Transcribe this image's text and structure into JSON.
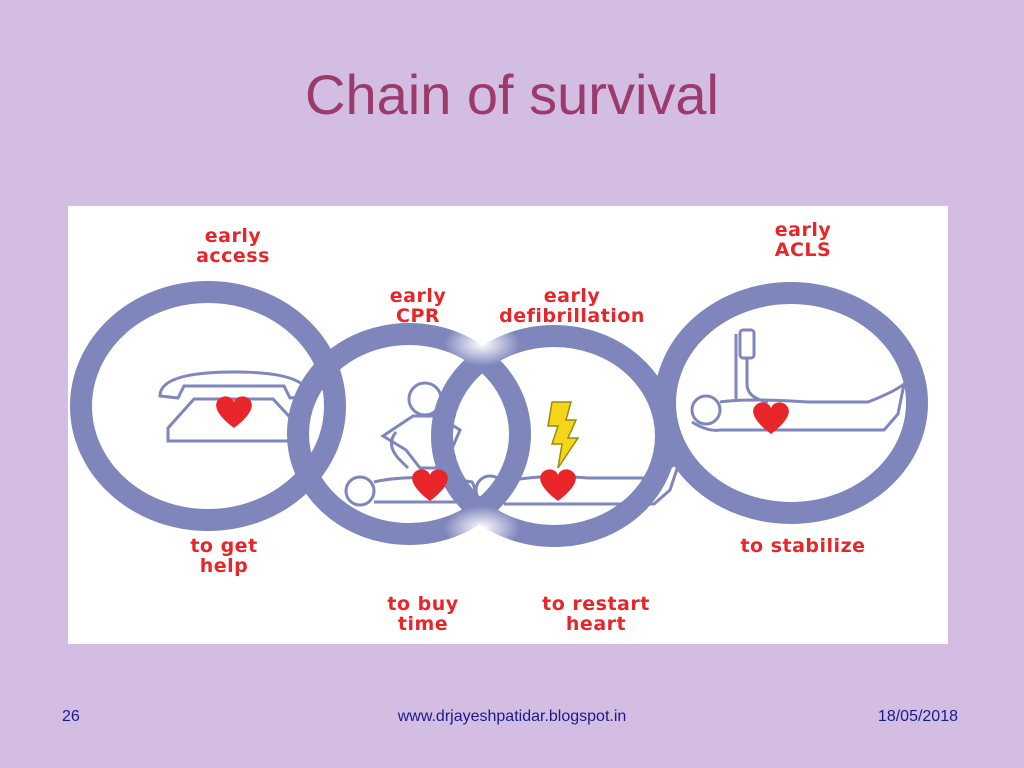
{
  "slide": {
    "title": "Chain of survival",
    "page_number": "26",
    "website": "www.drjayeshpatidar.blogspot.in",
    "date": "18/05/2018"
  },
  "diagram": {
    "links": [
      {
        "step_line1": "early",
        "step_line2": "access",
        "purpose_line1": "to get",
        "purpose_line2": "help",
        "icon": "telephone-icon"
      },
      {
        "step_line1": "early",
        "step_line2": "CPR",
        "purpose_line1": "to buy",
        "purpose_line2": "time",
        "icon": "cpr-rescuer-icon"
      },
      {
        "step_line1": "early",
        "step_line2": "defibrillation",
        "purpose_line1": "to restart",
        "purpose_line2": "heart",
        "icon": "lightning-bolt-icon"
      },
      {
        "step_line1": "early",
        "step_line2": "ACLS",
        "purpose_line1": "to stabilize",
        "purpose_line2": "",
        "icon": "iv-drip-icon"
      }
    ]
  },
  "colors": {
    "background": "#d3bde3",
    "title": "#9c3a6c",
    "chain": "#7f86bb",
    "label": "#e8262a",
    "heart": "#e8262a",
    "footer": "#1a1a8c"
  }
}
